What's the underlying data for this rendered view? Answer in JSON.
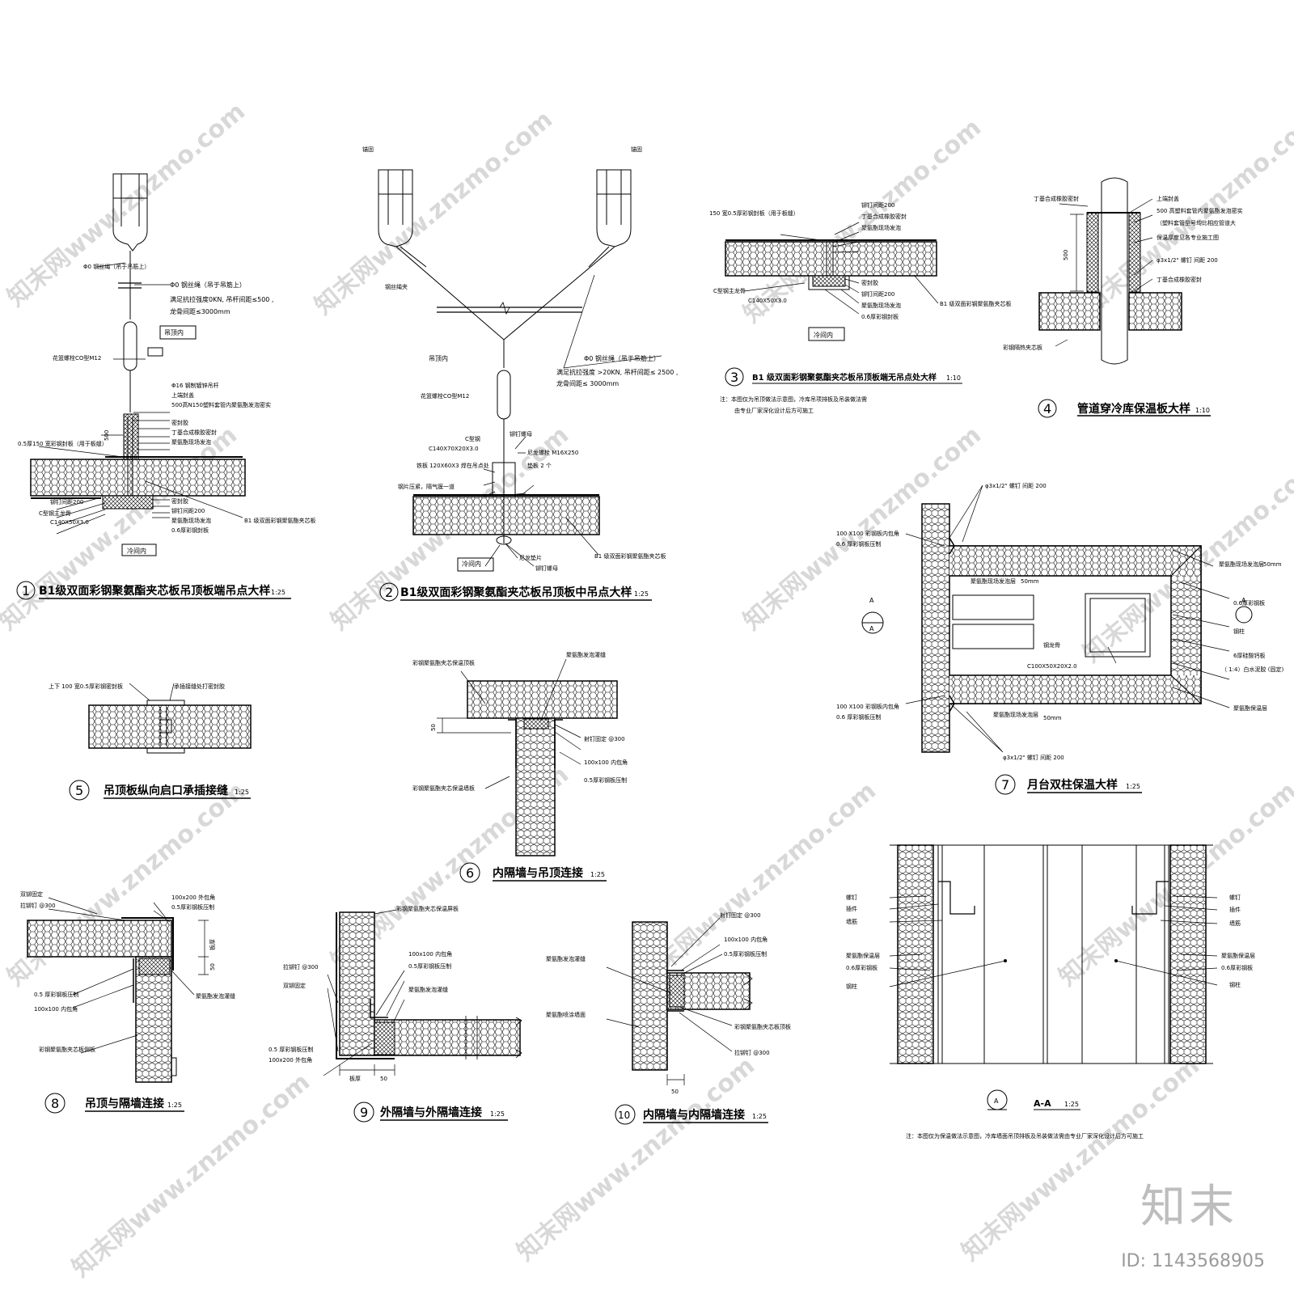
{
  "titles": {
    "d1": "B1级双面彩钢聚氨酯夹芯板吊顶板端吊点大样",
    "d2": "B1级双面彩钢聚氨酯夹芯板吊顶板中吊点大样",
    "d3": "B1 级双面彩钢聚氨酯夹芯板吊顶板端无吊点处大样",
    "d4": "管道穿冷库保温板大样",
    "d5": "吊顶板纵向启口承插接缝",
    "d6": "内隔墙与吊顶连接",
    "d7": "月台双柱保温大样",
    "d8": "吊顶与隔墙连接",
    "d9": "外隔墙与外隔墙连接",
    "d10": "内隔墙与内隔墙连接",
    "aa": "A-A"
  },
  "scales": {
    "s125": "1:25",
    "s110": "1:10"
  },
  "numbers": [
    "1",
    "2",
    "3",
    "4",
    "5",
    "6",
    "7",
    "8",
    "9",
    "10"
  ],
  "section_mark": "A",
  "labels": {
    "steel_wire": "Φ0 钢丝绳（吊于吊筋上）",
    "tension1": "满足抗拉强度0KN, 吊杆间距≤500 ,",
    "spacing1": "龙骨间距≤3000mm",
    "tension2": "满足抗拉强度 >20KN, 吊杆间距≤ 2500 ,",
    "spacing2": "龙骨间距≤ 3000mm",
    "ceiling_in": "吊顶内",
    "cold_in": "冷间内",
    "turnbuckle": "花篮螺栓CO型M12",
    "b1_panel": "B1 级双面彩钢聚氨酯夹芯板",
    "c_keel": "C型钢主龙骨",
    "c_size": "C140X50X3.0",
    "c_size2": "C140X70X20X3.0",
    "rivet200": "铆钉间距200",
    "seal": "密封胶",
    "foam": "聚氨酯现场发泡",
    "steel06": "0.6厚彩钢封板",
    "edge150": "0.5厚150 宽彩钢封板（用于板缝）",
    "pu_tube": "500高N150塑料套管内聚氨酯发泡密实",
    "top_cap": "上端封盖",
    "butyl": "丁基合成橡胶密封",
    "steel16": "Φ16 钢制镀锌吊杆",
    "ctype": "C型钢",
    "iron_plate": "铁板 120X60X3  焊在吊点处",
    "nylon_bolt": "尼龙螺栓  M16X250",
    "washer": "垫板  2 个",
    "steel_sheet": "钢片压紧，隔气膜一道",
    "nylon_pad": "尼龙垫片",
    "rivet_nut": "铆钉螺母",
    "anchor": "锚固",
    "wire_clamp": "钢丝绳夹",
    "edge150b": "150 宽0.5厚彩钢封板（用于板缝）",
    "note3a": "注：本图仅为吊顶做法示意图，冷库吊项排板及吊装做法需",
    "note3b": "由专业厂家深化设计后方可施工",
    "d4_top": "上端封盖",
    "d4_tube": "500 高塑料套管内聚氨酯发泡密实",
    "d4_tube2": "（塑料套管型号均比相应管道大",
    "d4_thk": "保温厚度见各专业施工图",
    "d4_screw": "φ3x1/2\" 螺钉  间距 200",
    "d4_butyl": "丁基合成橡胶密封",
    "d4_butyl2": "丁基合成橡胶密封",
    "d4_panel": "彩钢隔热夹芯板",
    "dim500": "500",
    "dim50": "50",
    "d5_top": "上下 100 宽0.5厚彩钢密封板",
    "d5_fill": "承插接缝处打密封胶",
    "d6_panel": "彩钢聚氨酯夹芯保温顶板",
    "d6_foam": "聚氨酯发泡灌缝",
    "d6_rivet": "射钉固定 @300",
    "d6_angle": "100x100  内包角",
    "d6_steel": "0.5厚彩钢板压制",
    "d6_wall": "彩钢聚氨酯夹芯保温墙板",
    "d7_screw": "φ3x1/2\" 螺钉  间距 200",
    "d7_angle": "100 X100 彩钢板内包角",
    "d7_steel": "0.6 厚彩钢板压制",
    "d7_foam": "聚氨酯现场发泡层",
    "d7_50": "50mm",
    "d7_tube": "钢龙骨",
    "d7_tube_size": "C100X50X20X2.0",
    "d7_steel06": "0.6厚彩钢板",
    "d7_col": "钢柱",
    "d7_6": "6厚硅酸钙板",
    "d7_14": "（ 1:4）白水泥胶 (固定)",
    "d7_pu": "聚氨酯保温层",
    "aa_nail": "螺钉",
    "aa_part": "插件",
    "aa_ins": "墙筋",
    "aa_pu": "聚氨酯保温层",
    "aa_steel": "0.6厚彩钢板",
    "aa_col": "钢柱",
    "note7": "注：本图仅为保温做法示意图，冷库墙面吊顶排板及吊装做法需由专业厂家深化设计后方可施工",
    "d8_fix": "双铆固定",
    "d8_rivet": "拉铆钉 @300",
    "d8_wrap": "100x200  外包角",
    "d8_steel": "0.5厚彩钢板压制",
    "d8_thk": "板厚",
    "d8_steel2": "0.5 厚彩钢板压制",
    "d8_angle": "100x100  内包角",
    "d8_foam": "聚氨酯发泡灌缝",
    "d8_wall": "彩钢聚氨酯夹芯板侧板",
    "d9_panel": "彩钢聚氨酯夹芯保温屏板",
    "d9_angle": "100x100  内包角",
    "d9_steel": "0.5厚彩钢板压制",
    "d9_rivet": "拉铆钉 @300",
    "d9_fix": "双铆固定",
    "d9_foam": "聚氨酯发泡灌缝",
    "d9_steel2": "0.5 厚彩钢板压制",
    "d9_wrap": "100x200  外包角",
    "d9_thk": "板厚",
    "d10_rivet": "射钉固定 @300",
    "d10_angle": "100x100  内包角",
    "d10_steel": "0.5厚彩钢板压制",
    "d10_foam": "聚氨酯发泡灌缝",
    "d10_wall": "聚氨酯喷涂墙面",
    "d10_panel": "彩钢聚氨酯夹芯板顶板",
    "d10_rivet2": "拉铆钉 @300"
  },
  "watermark": "知末网www.znzmo.com",
  "logo": "知末",
  "image_id": "ID: 1143568905"
}
